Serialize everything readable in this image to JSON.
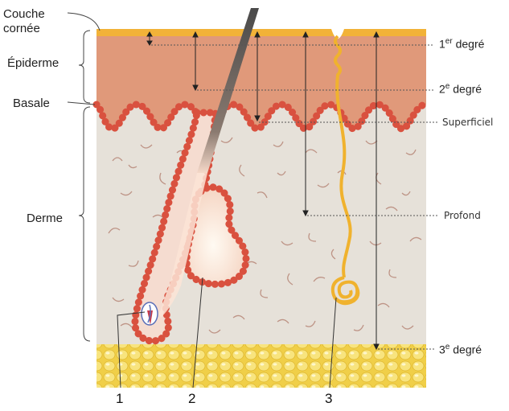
{
  "labels": {
    "couche_line1": "Couche",
    "couche_line2": "cornée",
    "epiderme": "Épiderme",
    "basale": "Basale",
    "derme": "Derme"
  },
  "degrees": {
    "first_num": "1",
    "first_sup": "er",
    "first_word": " degré",
    "second_num": "2",
    "second_sup": "e",
    "second_word": " degré",
    "superficiel": "Superficiel",
    "profond": "Profond",
    "third_num": "3",
    "third_sup": "e",
    "third_word": " degré"
  },
  "structures": {
    "n1": "1",
    "n2": "2",
    "n3": "3"
  },
  "colors": {
    "stratum_corneum": "#f2b238",
    "epidermis": "#e0997a",
    "basal_cells": "#d9513f",
    "dermis": "#e6e1d9",
    "fibers": "#b07a6a",
    "hypodermis": "#f2d653",
    "sweat_gland": "#f0b22e",
    "hair_shaft": "#555555"
  }
}
